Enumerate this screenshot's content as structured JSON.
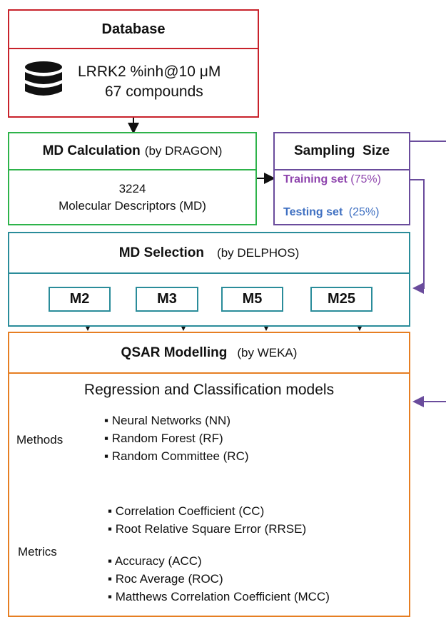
{
  "colors": {
    "red": "#c8222b",
    "green": "#2db34a",
    "purple": "#6a4c9c",
    "teal": "#2a8c9a",
    "orange": "#e67e22",
    "training_text": "#8e44ad",
    "testing_text": "#3e6fc1"
  },
  "database": {
    "title": "Database",
    "line1": "LRRK2 %inh@10 μM",
    "line2": "67 compounds",
    "icon": "database-icon"
  },
  "md_calc": {
    "title": "MD Calculation",
    "by": "(by DRAGON)",
    "count": "3224",
    "desc": "Molecular Descriptors (MD)"
  },
  "sampling": {
    "title": "Sampling  Size",
    "training_label": "Training set",
    "training_pct": "(75%)",
    "testing_label": "Testing set",
    "testing_pct": "(25%)"
  },
  "md_selection": {
    "title": "MD Selection",
    "by": "(by DELPHOS)",
    "models": [
      "M2",
      "M3",
      "M5",
      "M25"
    ]
  },
  "qsar": {
    "title": "QSAR Modelling",
    "by": "(by WEKA)",
    "subtitle": "Regression and Classification models",
    "methods_label": "Methods",
    "methods": [
      "Neural Networks (NN)",
      "Random Forest (RF)",
      "Random Committee (RC)"
    ],
    "metrics_label": "Metrics",
    "metrics_regression": [
      "Correlation Coefficient (CC)",
      "Root Relative Square Error (RRSE)"
    ],
    "metrics_classification": [
      "Accuracy (ACC)",
      "Roc Average (ROC)",
      "Matthews Correlation Coefficient  (MCC)"
    ]
  }
}
